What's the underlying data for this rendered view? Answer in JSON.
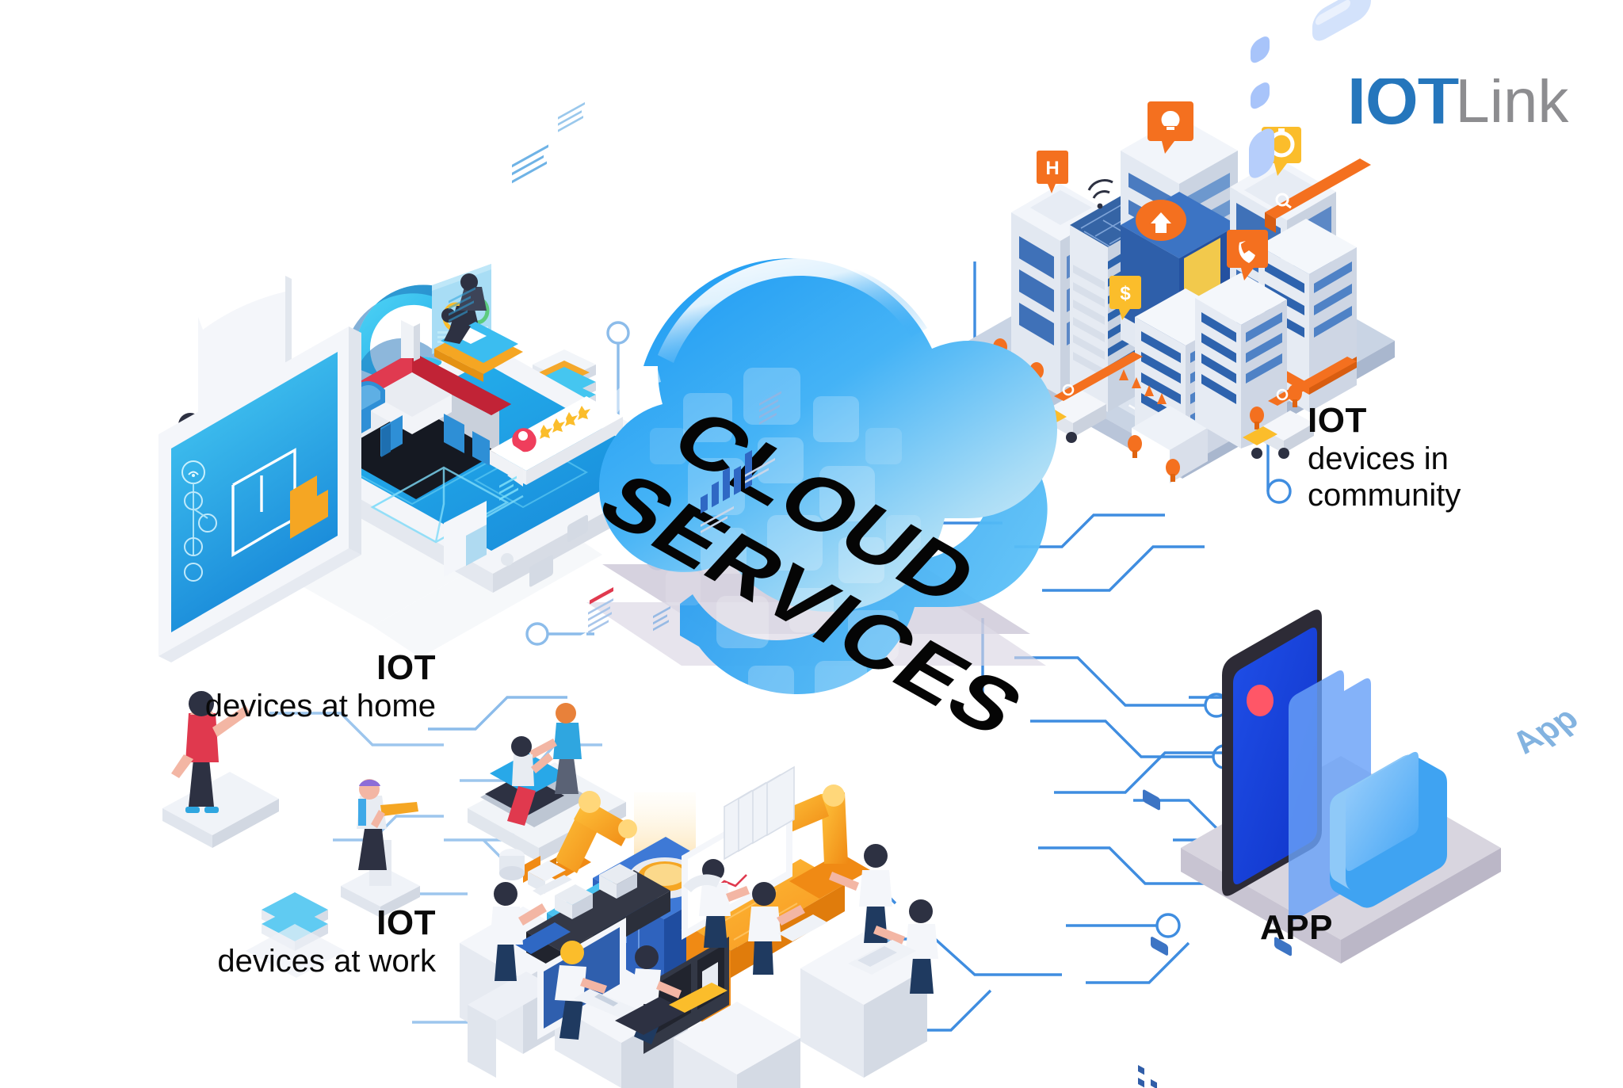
{
  "brand": {
    "logo_iot": "IOT",
    "logo_link": "Link",
    "logo_color_blue": "#2576BC",
    "logo_color_gray": "#8d8d90"
  },
  "center": {
    "cloud_line1": "CLOUD",
    "cloud_line2": "SERVICES",
    "cloud_color_dark": "#1F9BF0",
    "cloud_color_light": "#CFE9F9"
  },
  "labels": {
    "home": {
      "headline": "IOT",
      "sub": "devices at home"
    },
    "work": {
      "headline": "IOT",
      "sub": "devices at work"
    },
    "community": {
      "headline": "IOT",
      "sub_line1": "devices in",
      "sub_line2": "community"
    },
    "app": {
      "headline": "APP"
    }
  },
  "nodes": {
    "app_tile_label": "App",
    "city_badges": [
      "H",
      "$"
    ],
    "accent_orange": "#F4701F",
    "accent_yellow": "#FBBD2B",
    "accent_blue": "#2C72C4",
    "accent_red": "#E0394E",
    "trace_blue": "#3F8DE0",
    "platform_gray": "#D8D5DF"
  },
  "chart_data": {
    "type": "diagram",
    "title": "IOT Link — Cloud Services connectivity diagram",
    "center_node": "CLOUD SERVICES",
    "nodes": [
      {
        "id": "home",
        "label": "IOT devices at home",
        "position": "left-top"
      },
      {
        "id": "work",
        "label": "IOT devices at work",
        "position": "bottom-center"
      },
      {
        "id": "community",
        "label": "IOT devices in community",
        "position": "right-top"
      },
      {
        "id": "app",
        "label": "APP",
        "position": "right-bottom"
      }
    ],
    "edges": [
      {
        "from": "home",
        "to": "center",
        "style": "circuit-trace"
      },
      {
        "from": "work",
        "to": "center",
        "style": "circuit-trace"
      },
      {
        "from": "community",
        "to": "center",
        "style": "circuit-trace"
      },
      {
        "from": "app",
        "to": "center",
        "style": "circuit-trace"
      }
    ]
  }
}
